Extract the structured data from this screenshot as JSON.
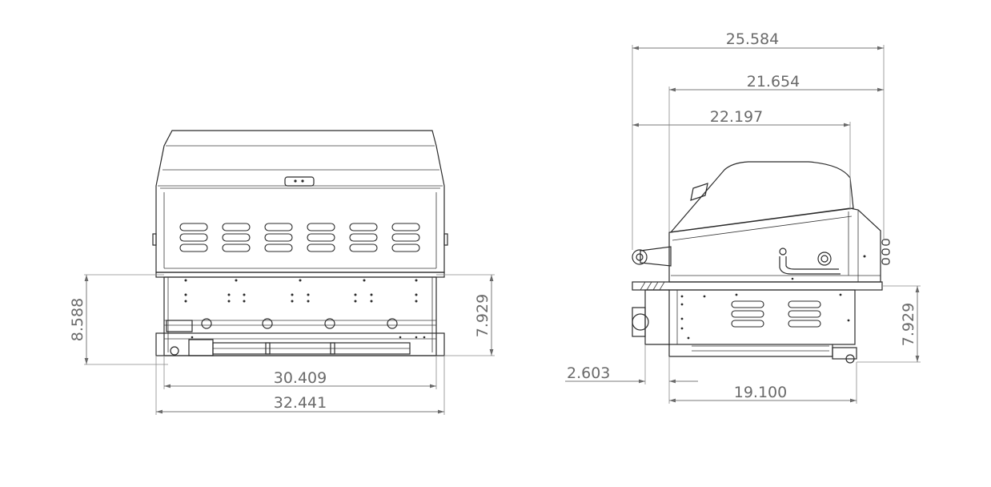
{
  "front_view": {
    "dimensions": {
      "overall_width": "32.441",
      "base_width": "30.409",
      "base_height": "8.588",
      "body_height": "7.929"
    },
    "vent_count": 6
  },
  "side_view": {
    "dimensions": {
      "overall_depth": "25.584",
      "hood_depth": "21.654",
      "lid_depth": "22.197",
      "base_depth": "19.100",
      "knob_offset": "2.603",
      "body_height": "7.929"
    },
    "vent_count": 2
  }
}
